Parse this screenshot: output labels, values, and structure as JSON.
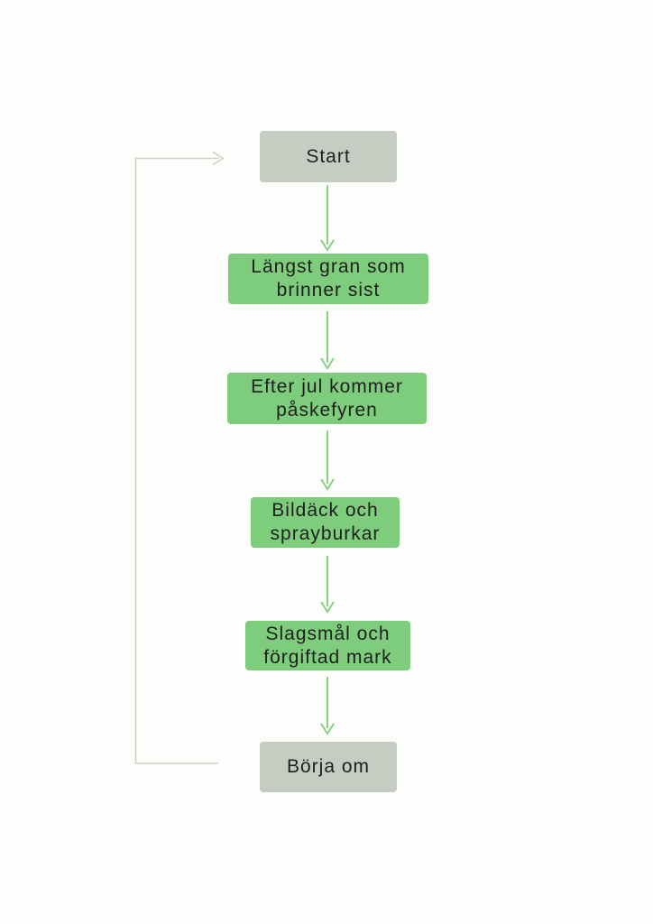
{
  "diagram": {
    "type": "flowchart",
    "direction": "top-down",
    "nodes": [
      {
        "id": "start",
        "label": "Start",
        "kind": "terminal"
      },
      {
        "id": "step-1",
        "label": "Längst gran som brinner sist",
        "kind": "process"
      },
      {
        "id": "step-2",
        "label": "Efter jul kommer påskefyren",
        "kind": "process"
      },
      {
        "id": "step-3",
        "label": "Bildäck och sprayburkar",
        "kind": "process"
      },
      {
        "id": "step-4",
        "label": "Slagsmål och förgiftad mark",
        "kind": "process"
      },
      {
        "id": "end",
        "label": "Börja om",
        "kind": "terminal"
      }
    ],
    "edges": [
      {
        "from": "start",
        "to": "step-1",
        "style": "flow"
      },
      {
        "from": "step-1",
        "to": "step-2",
        "style": "flow"
      },
      {
        "from": "step-2",
        "to": "step-3",
        "style": "flow"
      },
      {
        "from": "step-3",
        "to": "step-4",
        "style": "flow"
      },
      {
        "from": "step-4",
        "to": "end",
        "style": "flow"
      },
      {
        "from": "end",
        "to": "start",
        "style": "loop-back"
      }
    ],
    "colors": {
      "terminal_fill": "#c5ccc2",
      "process_fill": "#7ecd7c",
      "flow_arrow": "#84d381",
      "loop_arrow": "#c9d3c5",
      "text": "#1e1e1e",
      "background": "#fdfdfc"
    }
  }
}
